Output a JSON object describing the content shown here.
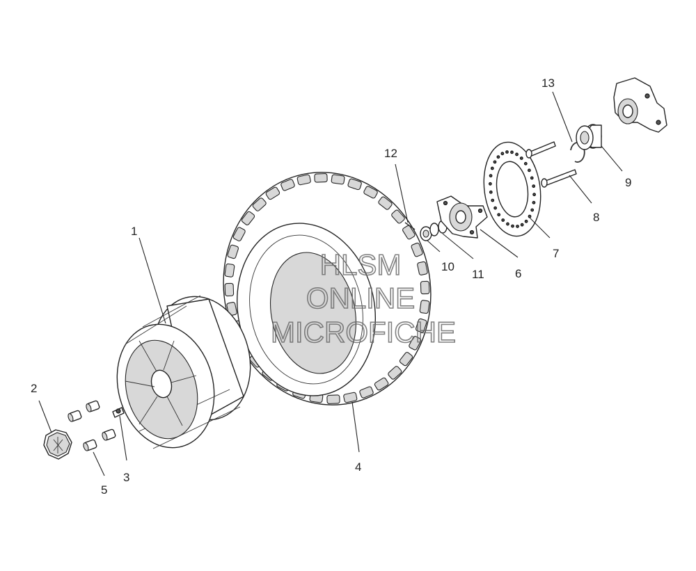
{
  "callouts": [
    "1",
    "2",
    "3",
    "4",
    "5",
    "6",
    "7",
    "8",
    "9",
    "10",
    "11",
    "12",
    "13"
  ],
  "watermark": {
    "line1": "HLSM",
    "line2": "ONLINE",
    "line3": "MICROFICHE"
  },
  "colors": {
    "line": "#222222",
    "fill": "#ffffff",
    "watermark": "#6a6a6a"
  }
}
